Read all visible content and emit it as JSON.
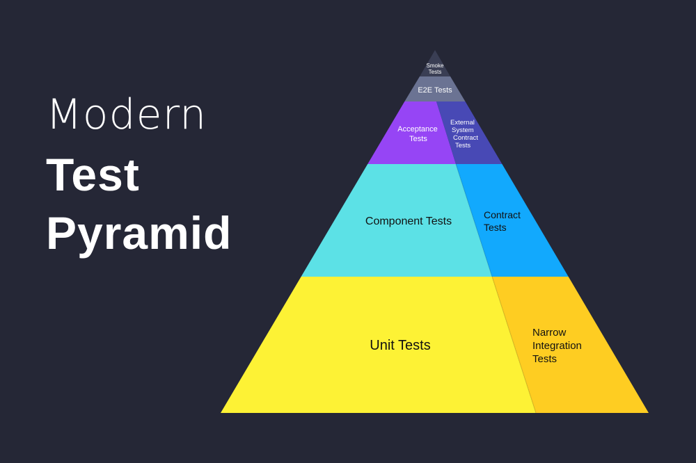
{
  "title": {
    "line1": "Modern",
    "line2": "Test",
    "line3": "Pyramid"
  },
  "layers": {
    "smoke": {
      "line1": "Smoke",
      "line2": "Tests"
    },
    "e2e": "E2E Tests",
    "acceptance": {
      "line1": "Acceptance",
      "line2": "Tests"
    },
    "external": {
      "line1": "External",
      "line2": "System",
      "line3": "Contract",
      "line4": "Tests"
    },
    "component": "Component Tests",
    "contract": {
      "line1": "Contract",
      "line2": "Tests"
    },
    "unit": "Unit Tests",
    "narrow": {
      "line1": "Narrow",
      "line2": "Integration",
      "line3": "Tests"
    }
  },
  "colors": {
    "background": "#252736",
    "smoke": "#3a3e54",
    "e2e": "#6b7393",
    "acceptance": "#9645f5",
    "external": "#4849b5",
    "component": "#5ce1e6",
    "contract": "#12a9fd",
    "unit": "#fdf235",
    "narrow": "#fecd22"
  }
}
